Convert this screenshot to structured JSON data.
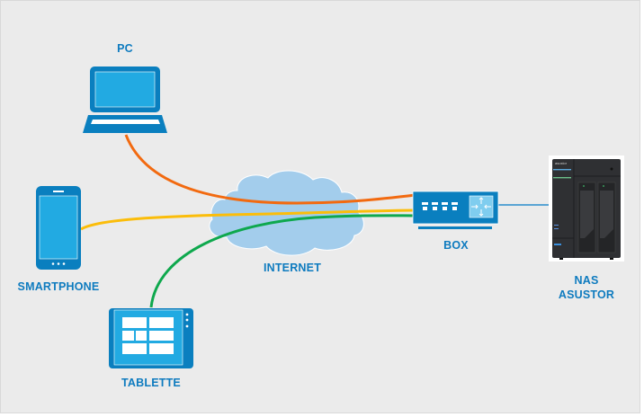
{
  "diagram": {
    "nodes": {
      "pc": {
        "label": "PC",
        "icon": "laptop-icon"
      },
      "smartphone": {
        "label": "SMARTPHONE",
        "icon": "smartphone-icon"
      },
      "tablette": {
        "label": "TABLETTE",
        "icon": "tablet-icon"
      },
      "internet": {
        "label": "INTERNET",
        "icon": "cloud-icon"
      },
      "box": {
        "label": "BOX",
        "icon": "router-icon"
      },
      "nas": {
        "label_line1": "NAS",
        "label_line2": "ASUSTOR",
        "icon": "nas-device-icon",
        "brand_text": "asustor"
      }
    },
    "edges": [
      {
        "from": "pc",
        "to": "box",
        "color": "#f26a10"
      },
      {
        "from": "smartphone",
        "to": "box",
        "color": "#fbbd0a"
      },
      {
        "from": "tablette",
        "to": "box",
        "color": "#0ea84d"
      },
      {
        "from": "box",
        "to": "nas",
        "color": "#2a8ccc"
      }
    ],
    "colors": {
      "icon_primary": "#0a7fbf",
      "icon_screen": "#22aae2",
      "cloud": "#a3cdec",
      "label": "#0e7bbf",
      "background": "#ebebeb"
    }
  }
}
